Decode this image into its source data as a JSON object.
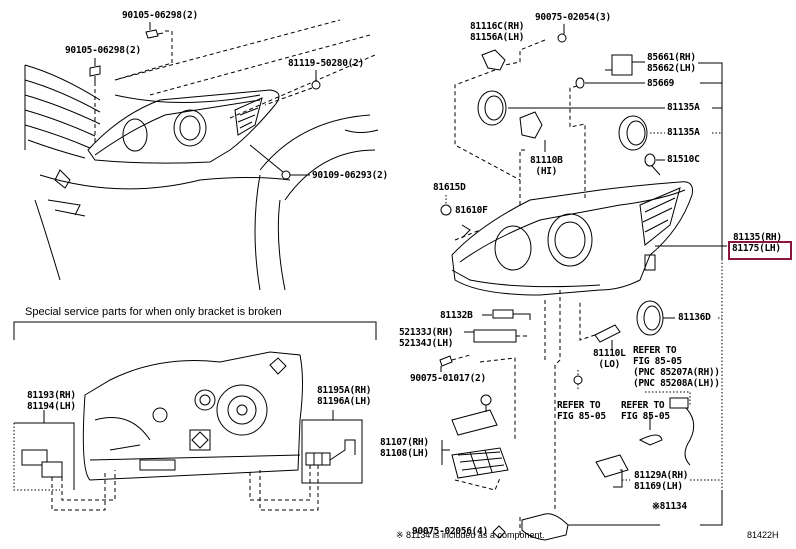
{
  "diagram": {
    "figure_id": "81422H",
    "section_title": "Special service parts for when only bracket is broken",
    "footnote": "※ 81134 is included as a component.",
    "highlight_color": "#8b1538",
    "top_left": {
      "labels": [
        {
          "id": "screw-a",
          "text": "90105-06298(2)"
        },
        {
          "id": "screw-b",
          "text": "90105-06298(2)"
        },
        {
          "id": "nut",
          "text": "81119-50280(2)"
        },
        {
          "id": "bolt",
          "text": "90109-06293(2)"
        }
      ]
    },
    "right": {
      "labels": [
        {
          "id": "bracket-upper",
          "lines": [
            "81116C(RH)",
            "81156A(LH)"
          ]
        },
        {
          "id": "screw-top",
          "text": "90075-02054(3)"
        },
        {
          "id": "actuator",
          "lines": [
            "85661(RH)",
            "85662(LH)"
          ]
        },
        {
          "id": "oring",
          "text": "85669"
        },
        {
          "id": "cover-1",
          "text": "81135A"
        },
        {
          "id": "bulb-hi",
          "lines": [
            "81110B",
            "(HI)"
          ]
        },
        {
          "id": "cover-2",
          "text": "81135A"
        },
        {
          "id": "cap",
          "text": "81510C"
        },
        {
          "id": "socket-d",
          "text": "81615D"
        },
        {
          "id": "socket-f",
          "text": "81610F"
        },
        {
          "id": "assy-rh",
          "text": "81135(RH)"
        },
        {
          "id": "assy-lh",
          "text": "81175(LH)",
          "highlighted": true
        },
        {
          "id": "clip",
          "text": "81132B"
        },
        {
          "id": "bracket-lower",
          "lines": [
            "52133J(RH)",
            "52134J(LH)"
          ]
        },
        {
          "id": "cover-3",
          "text": "81136D"
        },
        {
          "id": "screw-mid",
          "text": "90075-01017(2)"
        },
        {
          "id": "bulb-lo",
          "lines": [
            "81110L",
            "(LO)"
          ]
        },
        {
          "id": "refer-1",
          "lines": [
            "REFER TO",
            "FIG 85-05",
            "(PNC 85207A(RH))",
            "(PNC 85208A(LH))"
          ]
        },
        {
          "id": "refer-2",
          "lines": [
            "REFER TO",
            "FIG 85-05"
          ]
        },
        {
          "id": "refer-3",
          "lines": [
            "REFER TO",
            "FIG 85-05"
          ]
        },
        {
          "id": "ballast",
          "lines": [
            "81107(RH)",
            "81108(LH)"
          ]
        },
        {
          "id": "screw-bottom",
          "text": "90075-02056(4)"
        },
        {
          "id": "leveling",
          "lines": [
            "81129A(RH)",
            "81169(LH)"
          ]
        },
        {
          "id": "gasket",
          "text": "※81134"
        }
      ]
    },
    "bottom_left": {
      "labels": [
        {
          "id": "bracket-set-a",
          "lines": [
            "81193(RH)",
            "81194(LH)"
          ]
        },
        {
          "id": "bracket-set-b",
          "lines": [
            "81195A(RH)",
            "81196A(LH)"
          ]
        }
      ]
    }
  }
}
